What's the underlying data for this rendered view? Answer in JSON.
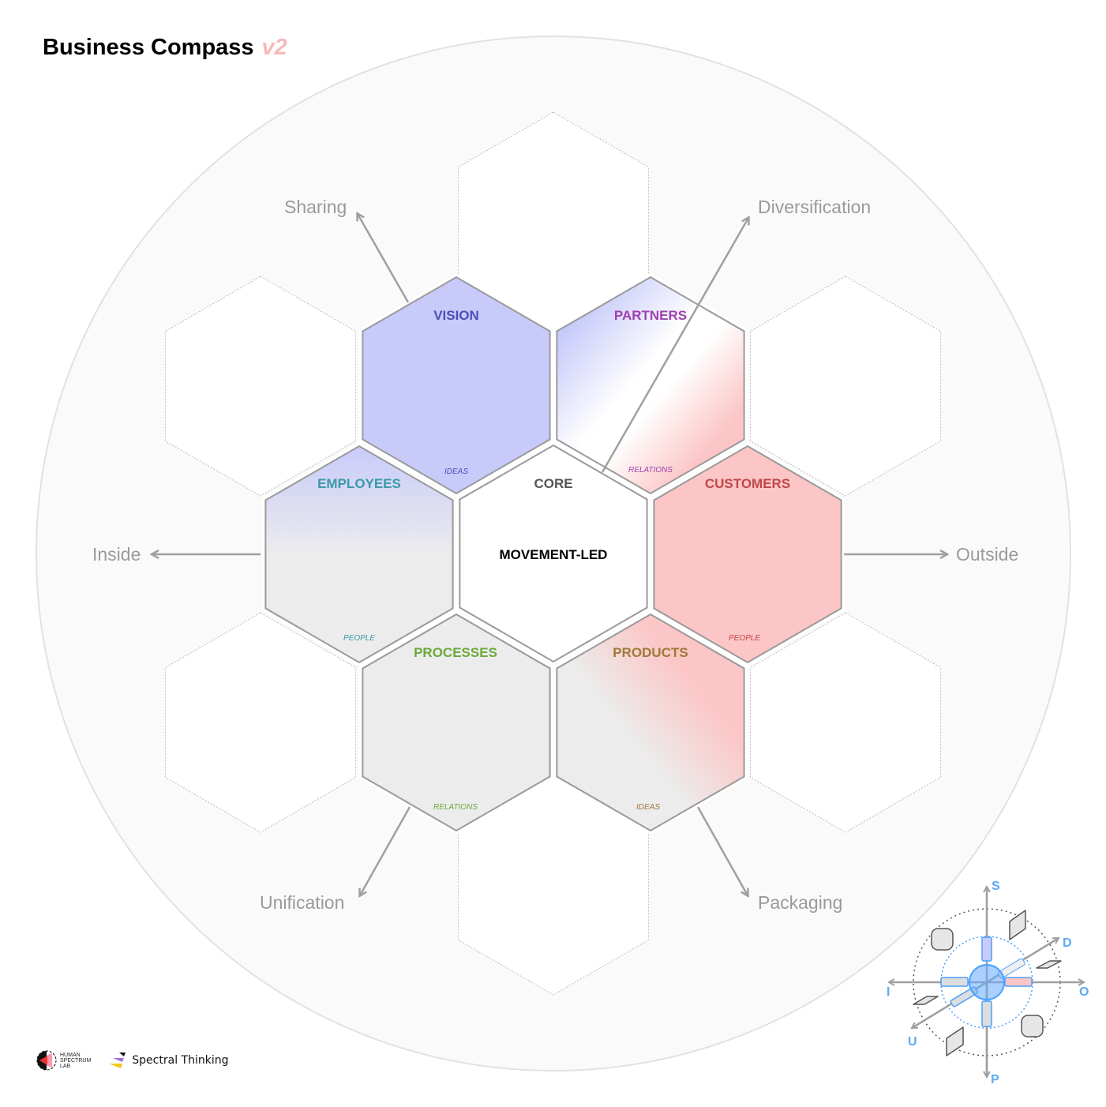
{
  "header": {
    "title": "Business Compass",
    "version": "v2"
  },
  "axes": {
    "sharing": "Sharing",
    "diversification": "Diversification",
    "inside": "Inside",
    "outside": "Outside",
    "unification": "Unification",
    "packaging": "Packaging"
  },
  "core": {
    "label": "CORE",
    "value": "MOVEMENT-LED"
  },
  "hexes": {
    "vision": {
      "title": "VISION",
      "sub": "IDEAS",
      "color": "#4a4fb8"
    },
    "partners": {
      "title": "PARTNERS",
      "sub": "RELATIONS",
      "color": "#a040b0"
    },
    "employees": {
      "title": "EMPLOYEES",
      "sub": "PEOPLE",
      "color": "#3a9aa8"
    },
    "customers": {
      "title": "CUSTOMERS",
      "sub": "PEOPLE",
      "color": "#c04848"
    },
    "processes": {
      "title": "PROCESSES",
      "sub": "RELATIONS",
      "color": "#6aaa3a"
    },
    "products": {
      "title": "PRODUCTS",
      "sub": "IDEAS",
      "color": "#a07838"
    }
  },
  "mini_compass": {
    "s": "S",
    "d": "D",
    "o": "O",
    "p": "P",
    "u": "U",
    "i": "I"
  },
  "footer": {
    "logo1_lines": [
      "HUMAN",
      "SPECTRUM",
      "LAB"
    ],
    "logo2": "Spectral Thinking"
  }
}
